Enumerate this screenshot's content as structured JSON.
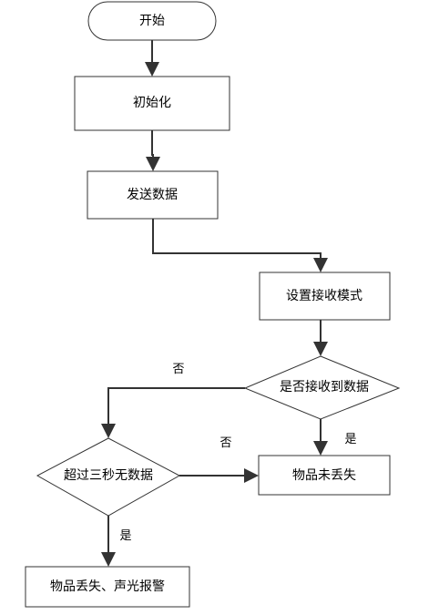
{
  "nodes": {
    "start": {
      "label": "开始"
    },
    "init": {
      "label": "初始化"
    },
    "send": {
      "label": "发送数据"
    },
    "receive_mode": {
      "label": "设置接收模式"
    },
    "received_check": {
      "label": "是否接收到数据"
    },
    "timeout_check": {
      "label": "超过三秒无数据"
    },
    "not_lost": {
      "label": "物品未丢失"
    },
    "lost_alarm": {
      "label": "物品丢失、声光报警"
    }
  },
  "edge_labels": {
    "received_no": "否",
    "received_yes": "是",
    "timeout_no": "否",
    "timeout_yes": "是"
  },
  "colors": {
    "stroke": "#333333",
    "fill": "#ffffff",
    "text": "#000000"
  }
}
